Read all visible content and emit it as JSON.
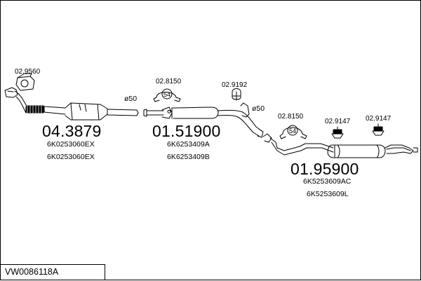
{
  "diagram_id": "VW0086118A",
  "parts": [
    {
      "part_no": "04.3879",
      "oe_numbers": [
        "6K0253060EX",
        "6K0253060EX"
      ]
    },
    {
      "part_no": "01.51900",
      "oe_numbers": [
        "6K6253409A",
        "6K6253409B"
      ]
    },
    {
      "part_no": "01.95900",
      "oe_numbers": [
        "6K5253609AC",
        "6K5253609L"
      ]
    }
  ],
  "fittings": {
    "gasket_front": "02.9560",
    "hanger_mid": "02.8150",
    "clamp_mid": "02.9192",
    "hanger_rear": "02.8150",
    "mount_rear_1": "02.9147",
    "mount_rear_2": "02.9147"
  },
  "diameters": {
    "d1": "ø50",
    "d2": "ø50"
  },
  "rubber_ring_label": "54",
  "colors": {
    "line": "#000000",
    "paper": "#ffffff"
  }
}
